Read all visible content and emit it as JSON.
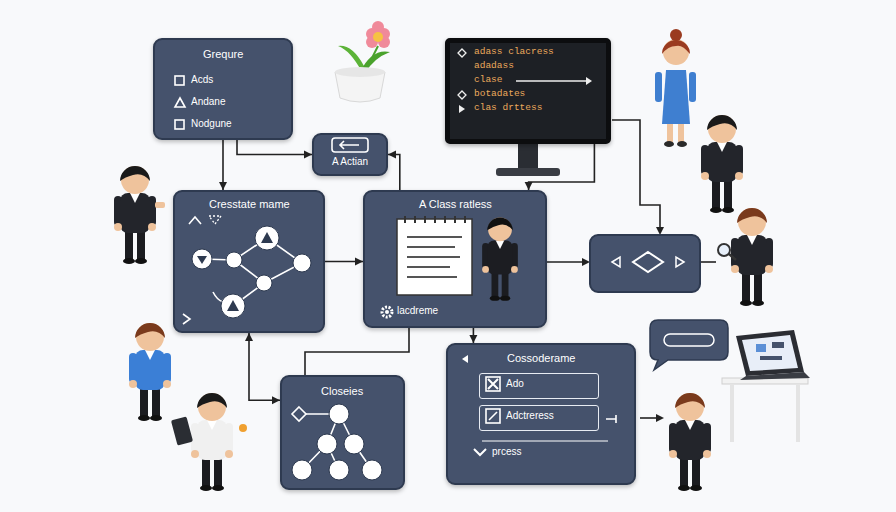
{
  "diagram": {
    "nodes": [
      {
        "text": [
          "Grequre",
          "Acds",
          "Andane",
          "Nodgune"
        ]
      },
      {
        "text": [
          "adass clacress",
          "adadass",
          "clase",
          "botadates",
          "clas drttess"
        ]
      },
      {
        "text": [
          "A Actian"
        ]
      },
      {
        "text": [
          "Cresstate mame"
        ]
      },
      {
        "text": [
          "A Class ratless",
          "lacdreme"
        ]
      },
      {
        "text": [
          "Closeies"
        ]
      },
      {
        "text": [
          "Cossoderame",
          "prcess"
        ]
      },
      {
        "text": [
          "Ado"
        ],
        "in": 6
      },
      {
        "text": [
          "Adctreress"
        ],
        "in": 6
      }
    ],
    "edges": [
      {
        "from": 0,
        "to": 3,
        "arrow": "to"
      },
      {
        "from": 0,
        "to": 2,
        "arrow": "to"
      },
      {
        "from": 4,
        "to": 2,
        "arrow": "to"
      },
      {
        "from": 1,
        "to": 4,
        "arrow": "to"
      },
      {
        "from": 3,
        "to": 4,
        "arrow": "to"
      },
      {
        "from": 3,
        "to": 5,
        "arrow": "both"
      },
      {
        "from": 4,
        "to": 6,
        "arrow": "to"
      },
      {
        "from": 5,
        "to": 4,
        "arrow": "none"
      }
    ]
  }
}
